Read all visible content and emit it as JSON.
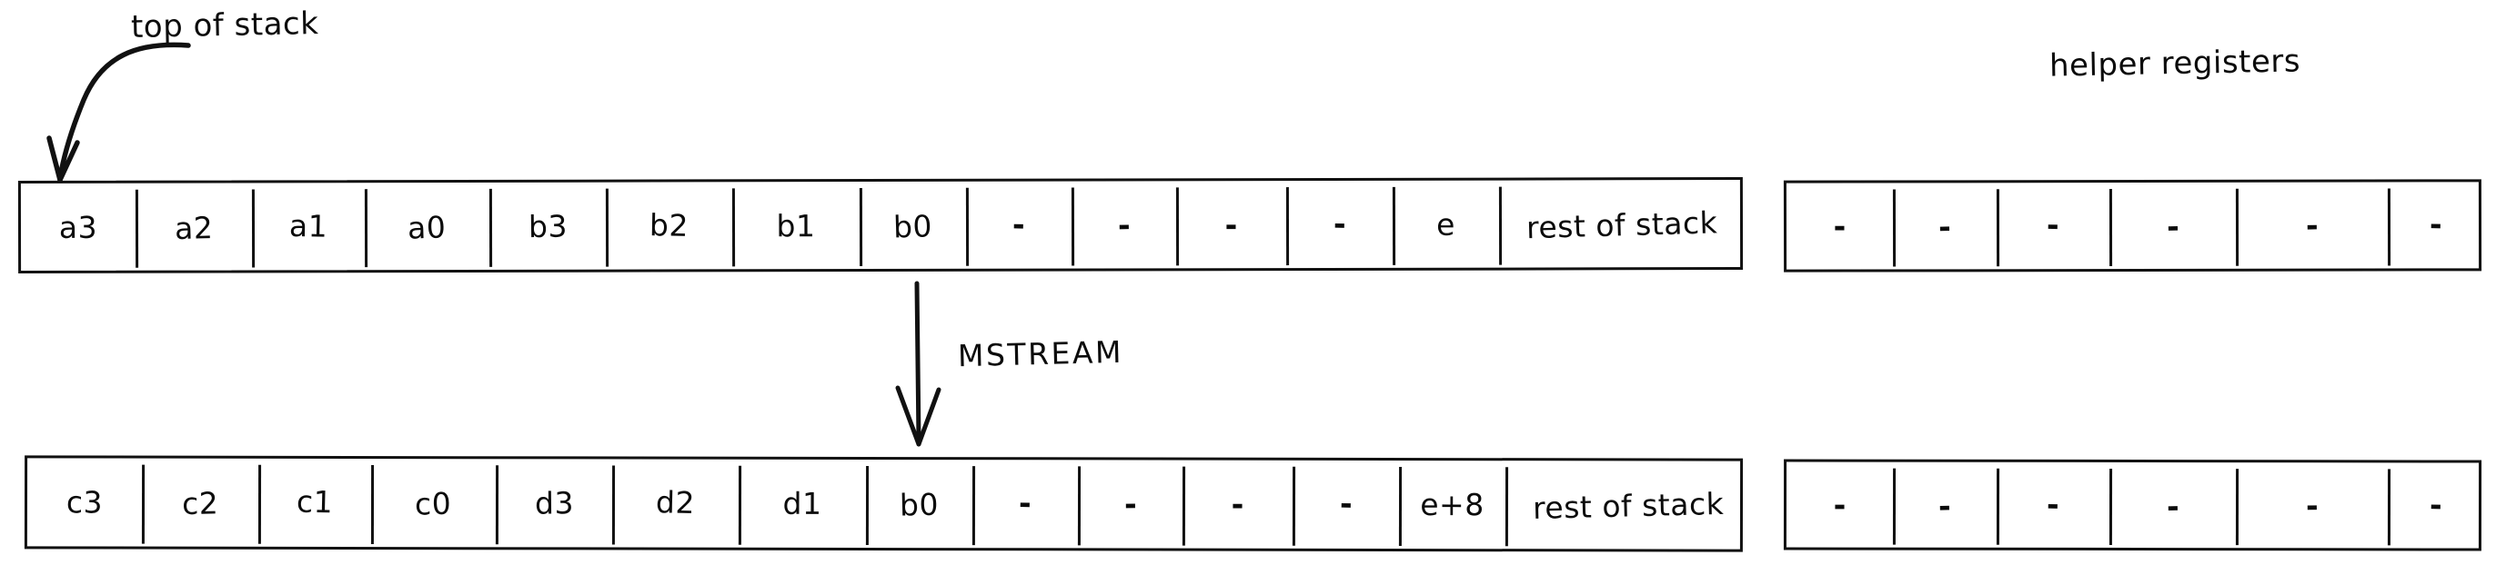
{
  "diagram": {
    "annotations": {
      "top_of_stack": "top of stack",
      "helper_registers": "helper registers",
      "operation": "MSTREAM"
    },
    "stack_before": {
      "cells": [
        "a3",
        "a2",
        "a1",
        "a0",
        "b3",
        "b2",
        "b1",
        "b0",
        "-",
        "-",
        "-",
        "-",
        "e",
        "rest of stack"
      ]
    },
    "stack_after": {
      "cells": [
        "c3",
        "c2",
        "c1",
        "c0",
        "d3",
        "d2",
        "d1",
        "b0",
        "-",
        "-",
        "-",
        "-",
        "e+8",
        "rest of stack"
      ]
    },
    "helper_registers_before": {
      "cells": [
        "-",
        "-",
        "-",
        "-",
        "-",
        "-"
      ]
    },
    "helper_registers_after": {
      "cells": [
        "-",
        "-",
        "-",
        "-",
        "-",
        "-"
      ]
    },
    "colors": {
      "ink": "#111111",
      "background": "#ffffff"
    }
  }
}
